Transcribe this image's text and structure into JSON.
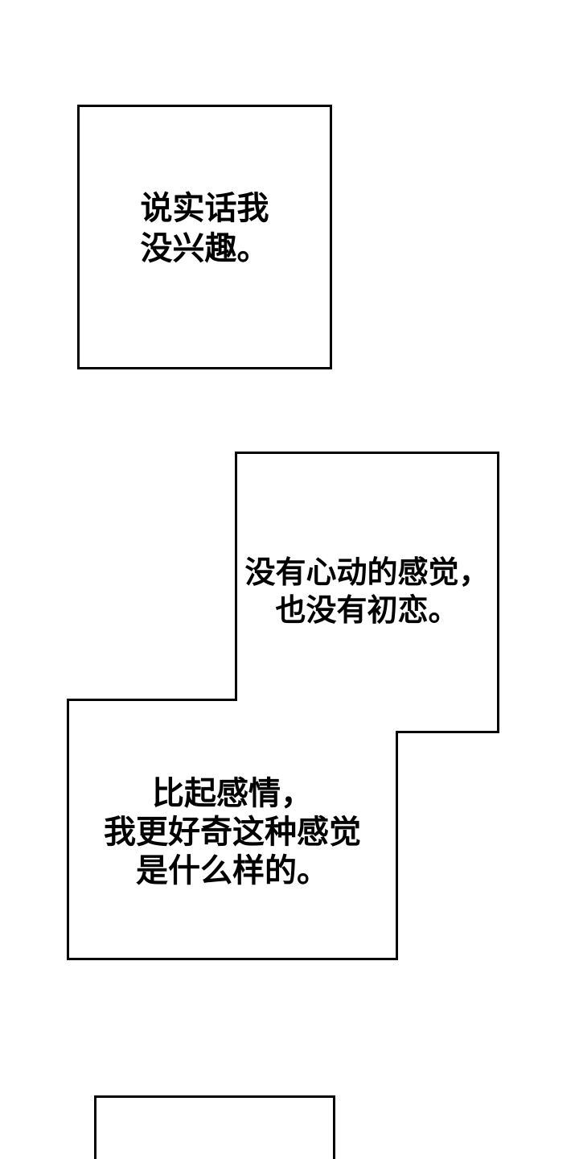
{
  "page": {
    "background_color": "#ffffff",
    "outline_color": "#000000",
    "text_color": "#000000"
  },
  "bubbles": {
    "b1": {
      "lines": [
        "说实话我",
        "没兴趣。"
      ]
    },
    "b2": {
      "lines": [
        "没有心动的感觉，",
        "也没有初恋。"
      ]
    },
    "b3": {
      "lines": [
        "比起感情，",
        "我更好奇这种感觉",
        "是什么样的。"
      ]
    },
    "b4": {
      "lines": []
    }
  }
}
